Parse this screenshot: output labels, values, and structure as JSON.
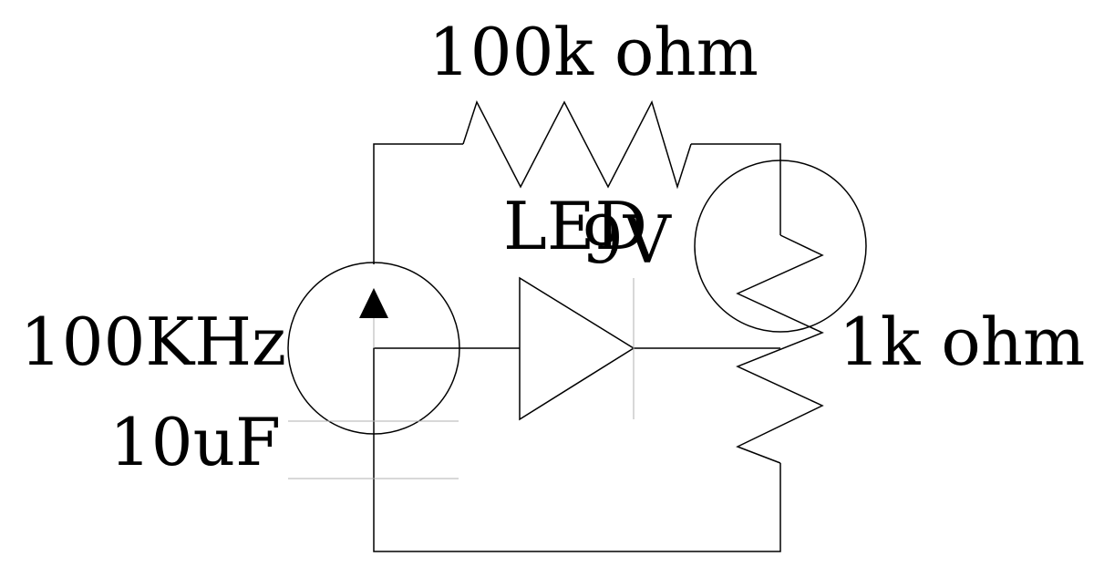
{
  "diagram": {
    "labels": {
      "top_resistor": "100k ohm",
      "led": "LED",
      "dc_source": "9V",
      "right_resistor": "1k ohm",
      "ac_source": "100KHz",
      "capacitor": "10uF"
    },
    "colors": {
      "line": "#000000",
      "background": "#ffffff",
      "led_cathode_line": "#b0b0b0"
    }
  }
}
